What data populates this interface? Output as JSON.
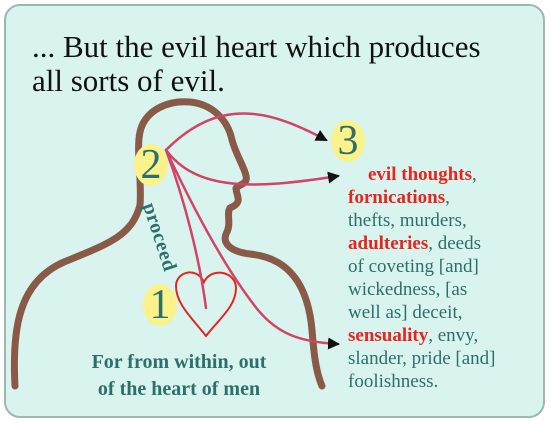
{
  "title": {
    "line1": "... But the evil heart which produces",
    "line2": "all sorts of evil."
  },
  "markers": {
    "one": "1",
    "two": "2",
    "three": "3"
  },
  "proceed_label": "proceed",
  "caption": {
    "line1": "For from within, out",
    "line2": "of the heart of men"
  },
  "vices": {
    "evil_thoughts": "evil thoughts",
    "comma1": ",",
    "fornications": "fornications",
    "comma2": ",",
    "line3": "thefts, murders,",
    "adulteries": "adulteries",
    "after_adulteries": ", deeds",
    "line5": "of coveting [and]",
    "line6": "wickedness, [as",
    "line7": "well as] deceit,",
    "sensuality": "sensuality",
    "after_sensuality": ", envy,",
    "line9": "slander, pride [and]",
    "line10": "foolishness."
  },
  "colors": {
    "background": "#d9f3ef",
    "body_outline": "#8a5a48",
    "arrow_line": "#d24466",
    "arrow_head": "#111111",
    "heart": "#e8241f",
    "marker_fill": "#fbf28b",
    "teal_text": "#2d6f6a",
    "red_text": "#e8241f"
  }
}
